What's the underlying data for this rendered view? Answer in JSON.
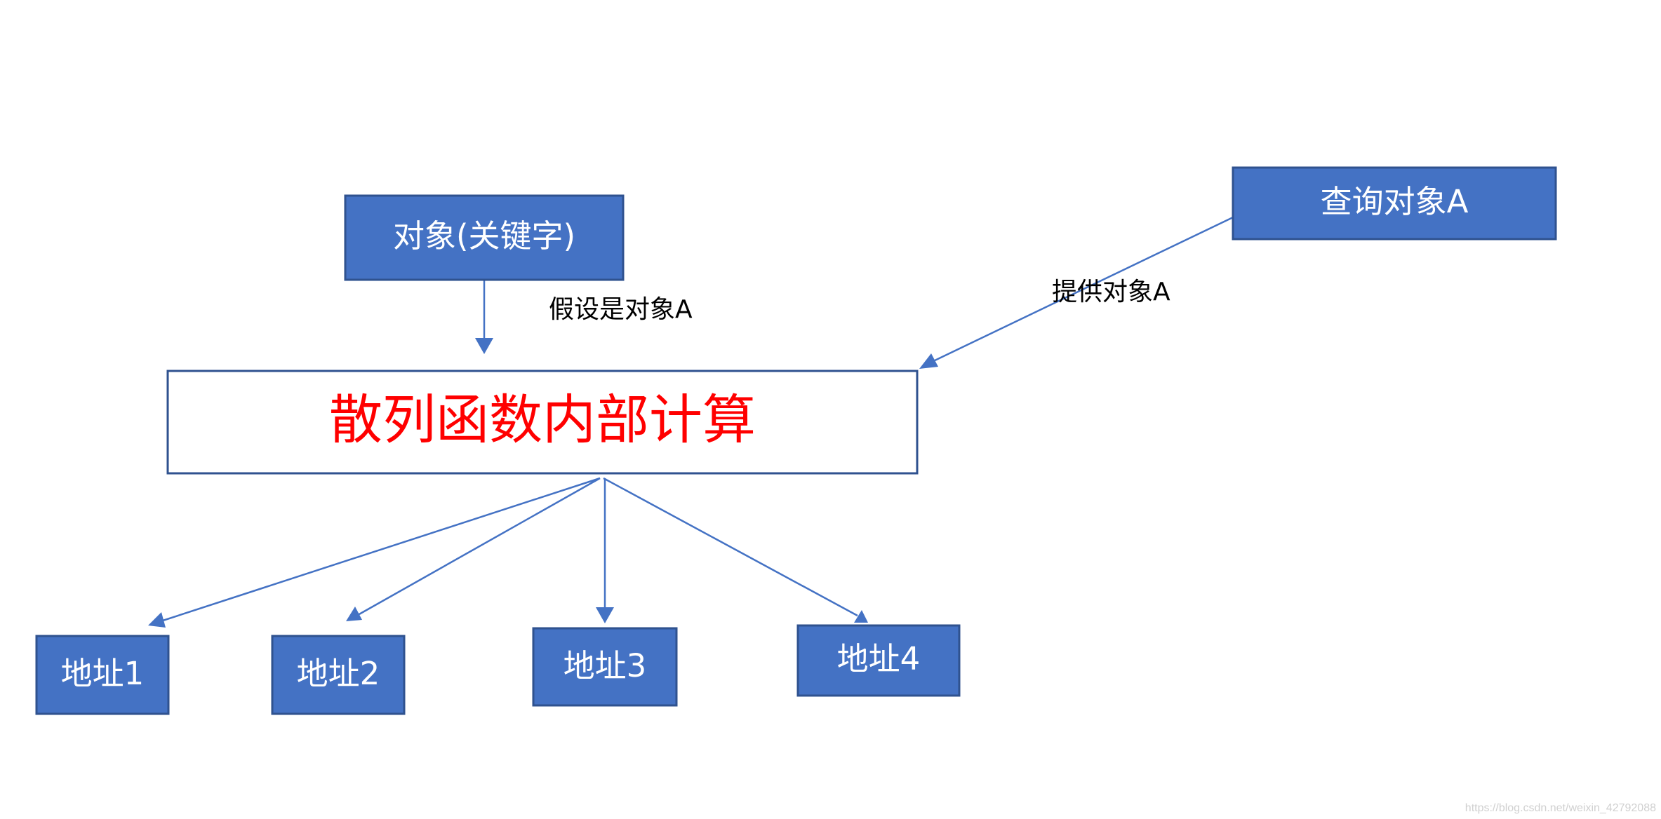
{
  "nodes": {
    "object_key": "对象(关键字)",
    "query_object": "查询对象A",
    "hash_function": "散列函数内部计算",
    "address_1": "地址1",
    "address_2": "地址2",
    "address_3": "地址3",
    "address_4": "地址4"
  },
  "edge_labels": {
    "assume_object_a": "假设是对象A",
    "provide_object_a": "提供对象A"
  },
  "watermark": "https://blog.csdn.net/weixin_42792088",
  "colors": {
    "node_fill": "#4472c4",
    "node_border": "#2f528f",
    "hash_text": "#ff0000",
    "edge": "#4472c4"
  }
}
